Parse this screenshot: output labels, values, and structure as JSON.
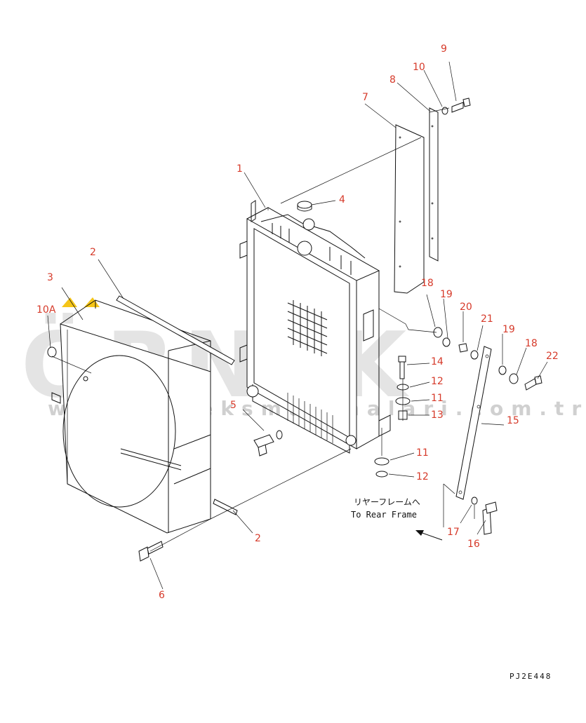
{
  "callouts": [
    "1",
    "2",
    "2",
    "3",
    "4",
    "5",
    "6",
    "7",
    "8",
    "9",
    "10",
    "10A",
    "11",
    "11",
    "12",
    "12",
    "13",
    "14",
    "15",
    "16",
    "17",
    "18",
    "18",
    "19",
    "19",
    "20",
    "21",
    "22"
  ],
  "note": {
    "japanese": "リヤーフレームへ",
    "english": "To Rear Frame"
  },
  "drawing_code": "PJ2E448",
  "watermark": {
    "brand": "ÖRNEK",
    "url": "www.orneksmakinalari.com.tr",
    "accent_color": "#f5c518"
  }
}
